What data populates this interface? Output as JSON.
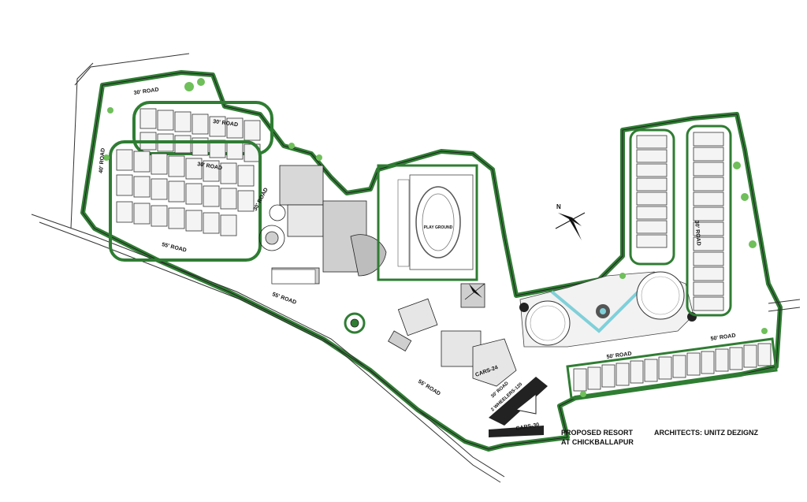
{
  "title": {
    "project_line1": "PROPOSED RESORT",
    "project_line2": "AT CHICKBALLAPUR",
    "architects": "ARCHITECTS: UNITZ DEZIGNZ"
  },
  "roads": {
    "road_30_top": "30' ROAD",
    "road_30_upper": "30' ROAD",
    "road_30_mid": "30' ROAD",
    "road_30_diag": "30' ROAD",
    "road_40_left": "40' ROAD",
    "road_55_lower": "55' ROAD",
    "road_55_mid": "55' ROAD",
    "road_55_bottom": "55' ROAD",
    "road_50_right": "50' ROAD",
    "road_50_lower": "50' ROAD",
    "road_30_right_vertical": "30' ROAD"
  },
  "labels": {
    "playground": "PLAY GROUND",
    "cars_a": "CARS-24",
    "cars_b": "CARS-30",
    "two_wheelers": "2 WHEELERS-120",
    "road_30_parking": "30' ROAD",
    "north": "N"
  },
  "colors": {
    "landscape": "#2f7d33",
    "landscape_light": "#6fbf5a",
    "line": "#333333",
    "water": "#7fd0d9"
  }
}
